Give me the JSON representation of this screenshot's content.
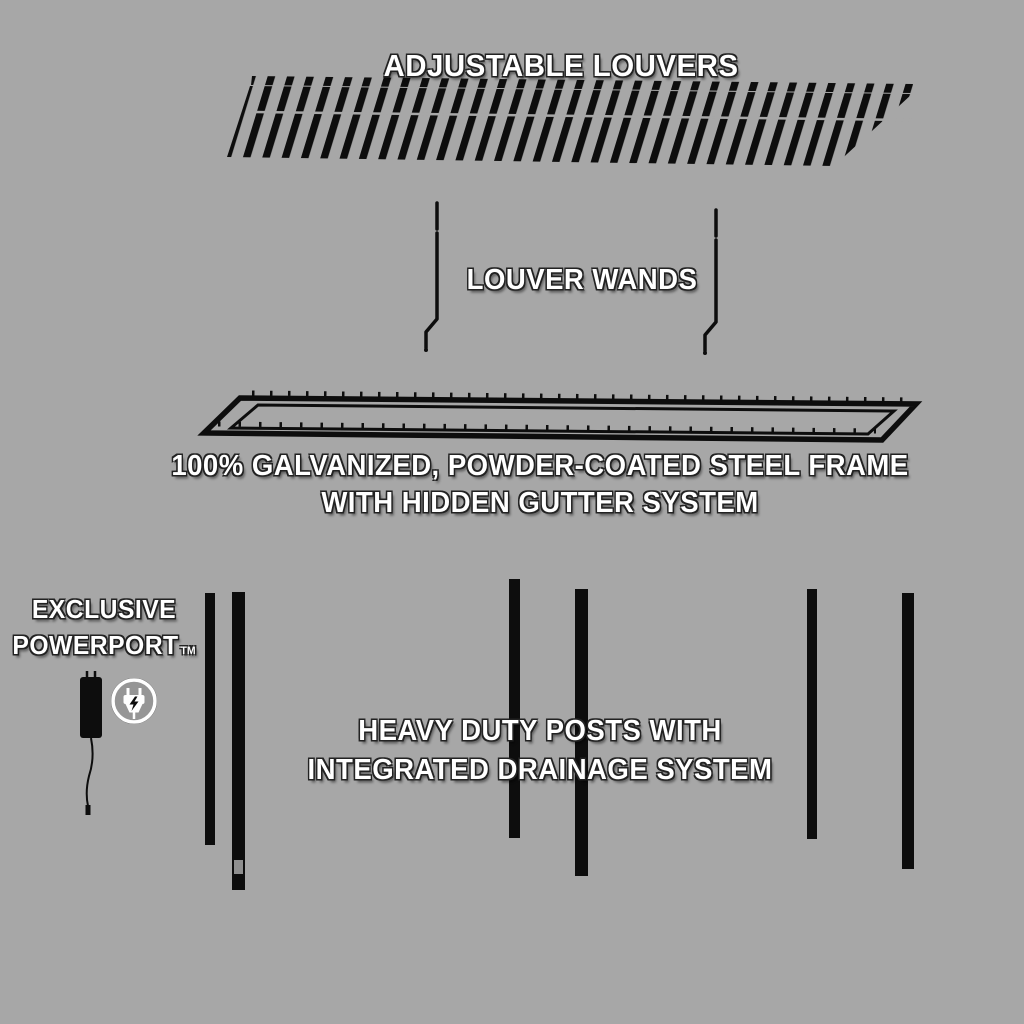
{
  "colors": {
    "background": "#a7a7a7",
    "ink": "#0d0d0d",
    "label_text": "#ffffff",
    "label_outline": "#222222"
  },
  "labels": {
    "adjustable_louvers": "ADJUSTABLE LOUVERS",
    "louver_wands": "LOUVER WANDS",
    "frame_line1": "100% GALVANIZED, POWDER-COATED STEEL FRAME",
    "frame_line2": "WITH HIDDEN GUTTER SYSTEM",
    "exclusive": "EXCLUSIVE",
    "powerport": "POWERPORT",
    "trademark": "TM",
    "posts_line1": "HEAVY DUTY POSTS WITH",
    "posts_line2": "INTEGRATED DRAINAGE SYSTEM"
  },
  "icons": [
    {
      "name": "powerport-plug-icon",
      "meaning": "electrical outlet / plug with lightning bolt"
    },
    {
      "name": "louver-wand-icon",
      "meaning": "hand crank wand for adjusting louvers"
    }
  ]
}
